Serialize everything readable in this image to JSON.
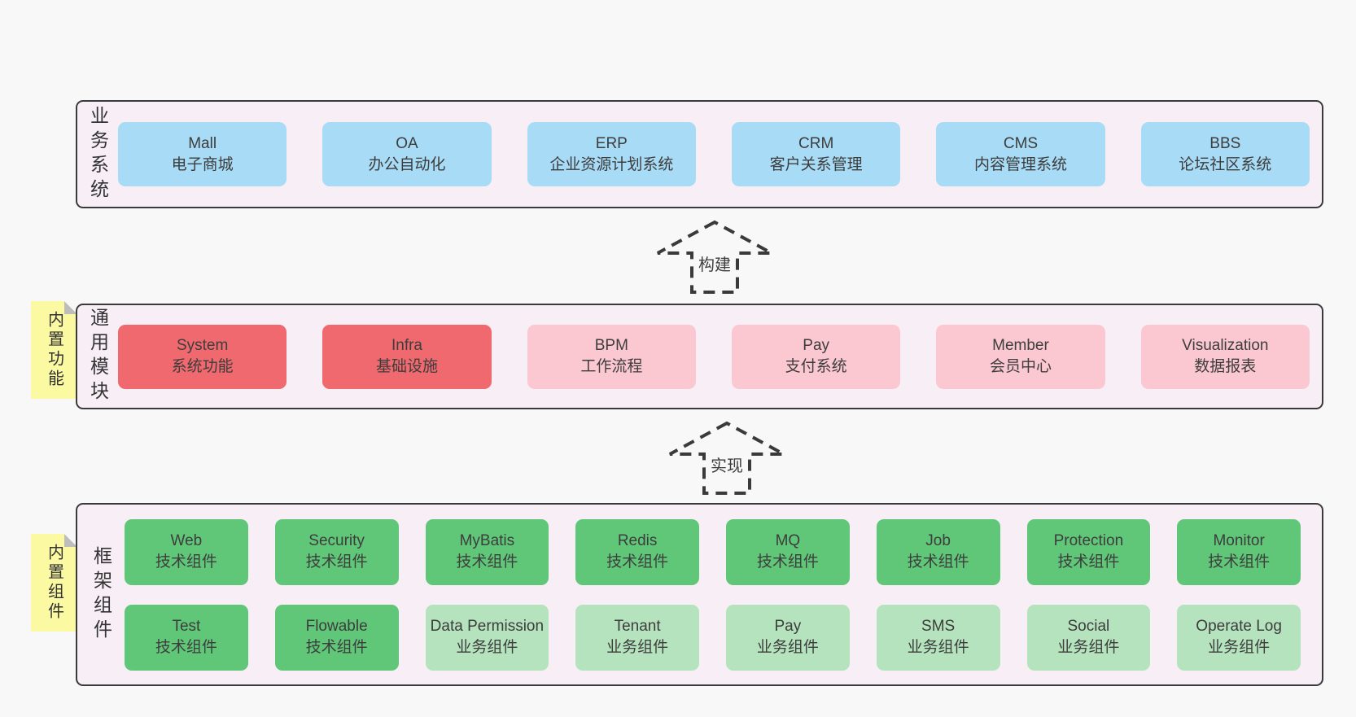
{
  "colors": {
    "page_bg": "#f8f8f8",
    "panel_bg": "#f8eef6",
    "line": "#3a3a3a",
    "text": "#3d3d3d",
    "note_bg": "#fbf9a2",
    "note_fold": "#bdbdbd",
    "variants": {
      "blue": "#a8dbf5",
      "red": "#ef696e",
      "pink": "#fbc8d2",
      "green-dark": "#60c778",
      "green-light": "#b5e3bd"
    }
  },
  "sections": [
    {
      "label": "业务系统",
      "boxes": [
        {
          "title": "Mall",
          "subtitle": "电子商城",
          "variant": "blue"
        },
        {
          "title": "OA",
          "subtitle": "办公自动化",
          "variant": "blue"
        },
        {
          "title": "ERP",
          "subtitle": "企业资源计划系统",
          "variant": "blue"
        },
        {
          "title": "CRM",
          "subtitle": "客户关系管理",
          "variant": "blue"
        },
        {
          "title": "CMS",
          "subtitle": "内容管理系统",
          "variant": "blue"
        },
        {
          "title": "BBS",
          "subtitle": "论坛社区系统",
          "variant": "blue"
        }
      ]
    },
    {
      "label": "通用模块",
      "note": "内置功能",
      "boxes": [
        {
          "title": "System",
          "subtitle": "系统功能",
          "variant": "red"
        },
        {
          "title": "Infra",
          "subtitle": "基础设施",
          "variant": "red"
        },
        {
          "title": "BPM",
          "subtitle": "工作流程",
          "variant": "pink"
        },
        {
          "title": "Pay",
          "subtitle": "支付系统",
          "variant": "pink"
        },
        {
          "title": "Member",
          "subtitle": "会员中心",
          "variant": "pink"
        },
        {
          "title": "Visualization",
          "subtitle": "数据报表",
          "variant": "pink"
        }
      ]
    },
    {
      "label": "框架组件",
      "note": "内置组件",
      "rows": [
        [
          {
            "title": "Web",
            "subtitle": "技术组件",
            "variant": "green-dark"
          },
          {
            "title": "Security",
            "subtitle": "技术组件",
            "variant": "green-dark"
          },
          {
            "title": "MyBatis",
            "subtitle": "技术组件",
            "variant": "green-dark"
          },
          {
            "title": "Redis",
            "subtitle": "技术组件",
            "variant": "green-dark"
          },
          {
            "title": "MQ",
            "subtitle": "技术组件",
            "variant": "green-dark"
          },
          {
            "title": "Job",
            "subtitle": "技术组件",
            "variant": "green-dark"
          },
          {
            "title": "Protection",
            "subtitle": "技术组件",
            "variant": "green-dark"
          },
          {
            "title": "Monitor",
            "subtitle": "技术组件",
            "variant": "green-dark"
          }
        ],
        [
          {
            "title": "Test",
            "subtitle": "技术组件",
            "variant": "green-dark"
          },
          {
            "title": "Flowable",
            "subtitle": "技术组件",
            "variant": "green-dark"
          },
          {
            "title": "Data Permission",
            "subtitle": "业务组件",
            "variant": "green-light"
          },
          {
            "title": "Tenant",
            "subtitle": "业务组件",
            "variant": "green-light"
          },
          {
            "title": "Pay",
            "subtitle": "业务组件",
            "variant": "green-light"
          },
          {
            "title": "SMS",
            "subtitle": "业务组件",
            "variant": "green-light"
          },
          {
            "title": "Social",
            "subtitle": "业务组件",
            "variant": "green-light"
          },
          {
            "title": "Operate Log",
            "subtitle": "业务组件",
            "variant": "green-light"
          }
        ]
      ]
    }
  ],
  "arrows": [
    {
      "label": "构建"
    },
    {
      "label": "实现"
    }
  ]
}
